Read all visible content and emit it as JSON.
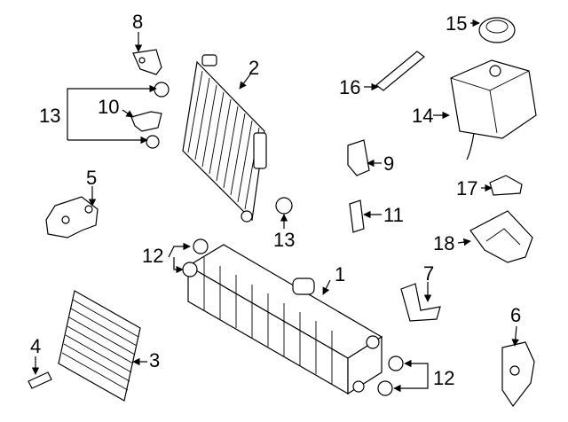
{
  "diagram": {
    "callouts": [
      {
        "id": "c1",
        "label": "1"
      },
      {
        "id": "c2",
        "label": "2"
      },
      {
        "id": "c3",
        "label": "3"
      },
      {
        "id": "c4",
        "label": "4"
      },
      {
        "id": "c5",
        "label": "5"
      },
      {
        "id": "c6",
        "label": "6"
      },
      {
        "id": "c7",
        "label": "7"
      },
      {
        "id": "c8",
        "label": "8"
      },
      {
        "id": "c9",
        "label": "9"
      },
      {
        "id": "c10",
        "label": "10"
      },
      {
        "id": "c11",
        "label": "11"
      },
      {
        "id": "c12a",
        "label": "12"
      },
      {
        "id": "c12b",
        "label": "12"
      },
      {
        "id": "c13a",
        "label": "13"
      },
      {
        "id": "c13b",
        "label": "13"
      },
      {
        "id": "c14",
        "label": "14"
      },
      {
        "id": "c15",
        "label": "15"
      },
      {
        "id": "c16",
        "label": "16"
      },
      {
        "id": "c17",
        "label": "17"
      },
      {
        "id": "c18",
        "label": "18"
      }
    ]
  }
}
